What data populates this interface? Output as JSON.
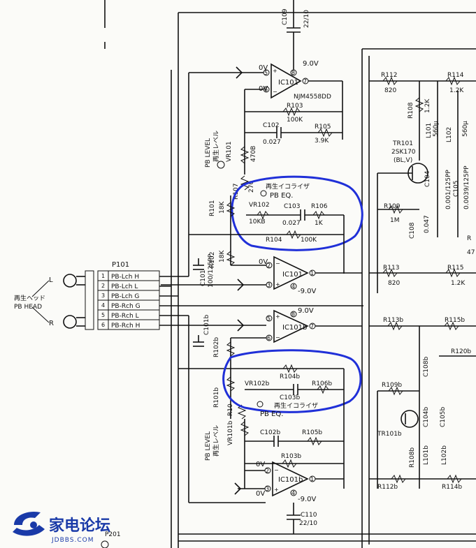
{
  "connector": {
    "ref": "P101",
    "rows": [
      {
        "num": "1",
        "name": "PB-Lch H"
      },
      {
        "num": "2",
        "name": "PB-Lch L"
      },
      {
        "num": "3",
        "name": "PB-Lch G"
      },
      {
        "num": "4",
        "name": "PB-Rch G"
      },
      {
        "num": "5",
        "name": "PB-Rch L"
      },
      {
        "num": "6",
        "name": "PB-Rch H"
      }
    ]
  },
  "head": {
    "l": "L",
    "r": "R",
    "jp": "再生ヘッド",
    "en": "PB HEAD"
  },
  "ics": {
    "a": {
      "ref": "IC101",
      "part": "NJM4558DD",
      "vplus": "9.0V"
    },
    "b": {
      "ref": "IC101",
      "vminus": "-9.0V"
    },
    "c": {
      "ref": "IC101b",
      "vplus": "9.0V"
    },
    "d": {
      "ref": "IC101b",
      "vminus": "-9.0V"
    }
  },
  "pins": {
    "p1": "1",
    "p2": "2",
    "p3": "3",
    "p4": "4",
    "p5": "5",
    "p6": "6",
    "p7": "7",
    "p8": "8"
  },
  "zero_v": "0V",
  "pb_level": {
    "en": "PB LEVEL",
    "jp": "再生レベル"
  },
  "pb_eq": {
    "en": "PB EQ.",
    "jp": "再生イコライザ"
  },
  "parts": {
    "c109": "C109",
    "c109v": "22/10",
    "c110": "C110",
    "c110v": "22/10",
    "r103": "R103",
    "r103v": "100K",
    "c102": "C102",
    "c102v": "0.027",
    "r105": "R105",
    "r105v": "3.9K",
    "vr101": "VR101",
    "vr101v": "470B",
    "r107": "R107",
    "r107v": "270",
    "vr102": "VR102",
    "vr102v": "10KB",
    "c103": "C103",
    "c103v": "0.027",
    "r106": "R106",
    "r106v": "1K",
    "r104": "R104",
    "r104v": "100K",
    "r101": "R101",
    "r101v": "18K",
    "r102": "R102",
    "r102v": "18K",
    "c101": "C101",
    "c101v": "100/125PP",
    "r112": "R112",
    "r112v": "820",
    "r114": "R114",
    "r114v": "1.2K",
    "r108": "R108",
    "r108v": "1.2K",
    "l101": "L101",
    "l101v": "560μ",
    "l102": "L102",
    "l102v": "560μ",
    "tr101": "TR101",
    "tr101v": "2SK170",
    "tr101r": "(BL,V)",
    "c104": "C104",
    "c104v": "0.001/125PP",
    "c105": "C105",
    "c105v": "0.0039/125PP",
    "r109": "R109",
    "r109v": "1M",
    "c108": "C108",
    "c108v": "0.047",
    "r113": "R113",
    "r113v": "820",
    "r115": "R115",
    "r115v": "1.2K",
    "r113b": "R113b",
    "r115b": "R115b",
    "r120b": "R120b",
    "c101b": "C101b",
    "r102b": "R102b",
    "r101b": "R101b",
    "r104b": "R104b",
    "vr102b": "VR102b",
    "r106b": "R106b",
    "c103b": "C103b",
    "c108b": "C108b",
    "r109b": "R109b",
    "tr101b": "TR101b",
    "c104b": "C104b",
    "c105b": "C105b",
    "l101b": "L101b",
    "l102b": "L102b",
    "r108b": "R108b",
    "vr101b": "VR101b",
    "c102b": "C102b",
    "r105b": "R105b",
    "r103b": "R103b",
    "r112b": "R112b",
    "r114b": "R114b",
    "r107b": "R10",
    "n47": "47",
    "r_edge": "R"
  },
  "footer": {
    "frag": "P201"
  },
  "logo": {
    "main": "家电论坛",
    "sub": "JDBBS.COM"
  },
  "colors": {
    "ink": "#111111",
    "highlight": "#2030d8",
    "logo": "#1a3aa8"
  }
}
